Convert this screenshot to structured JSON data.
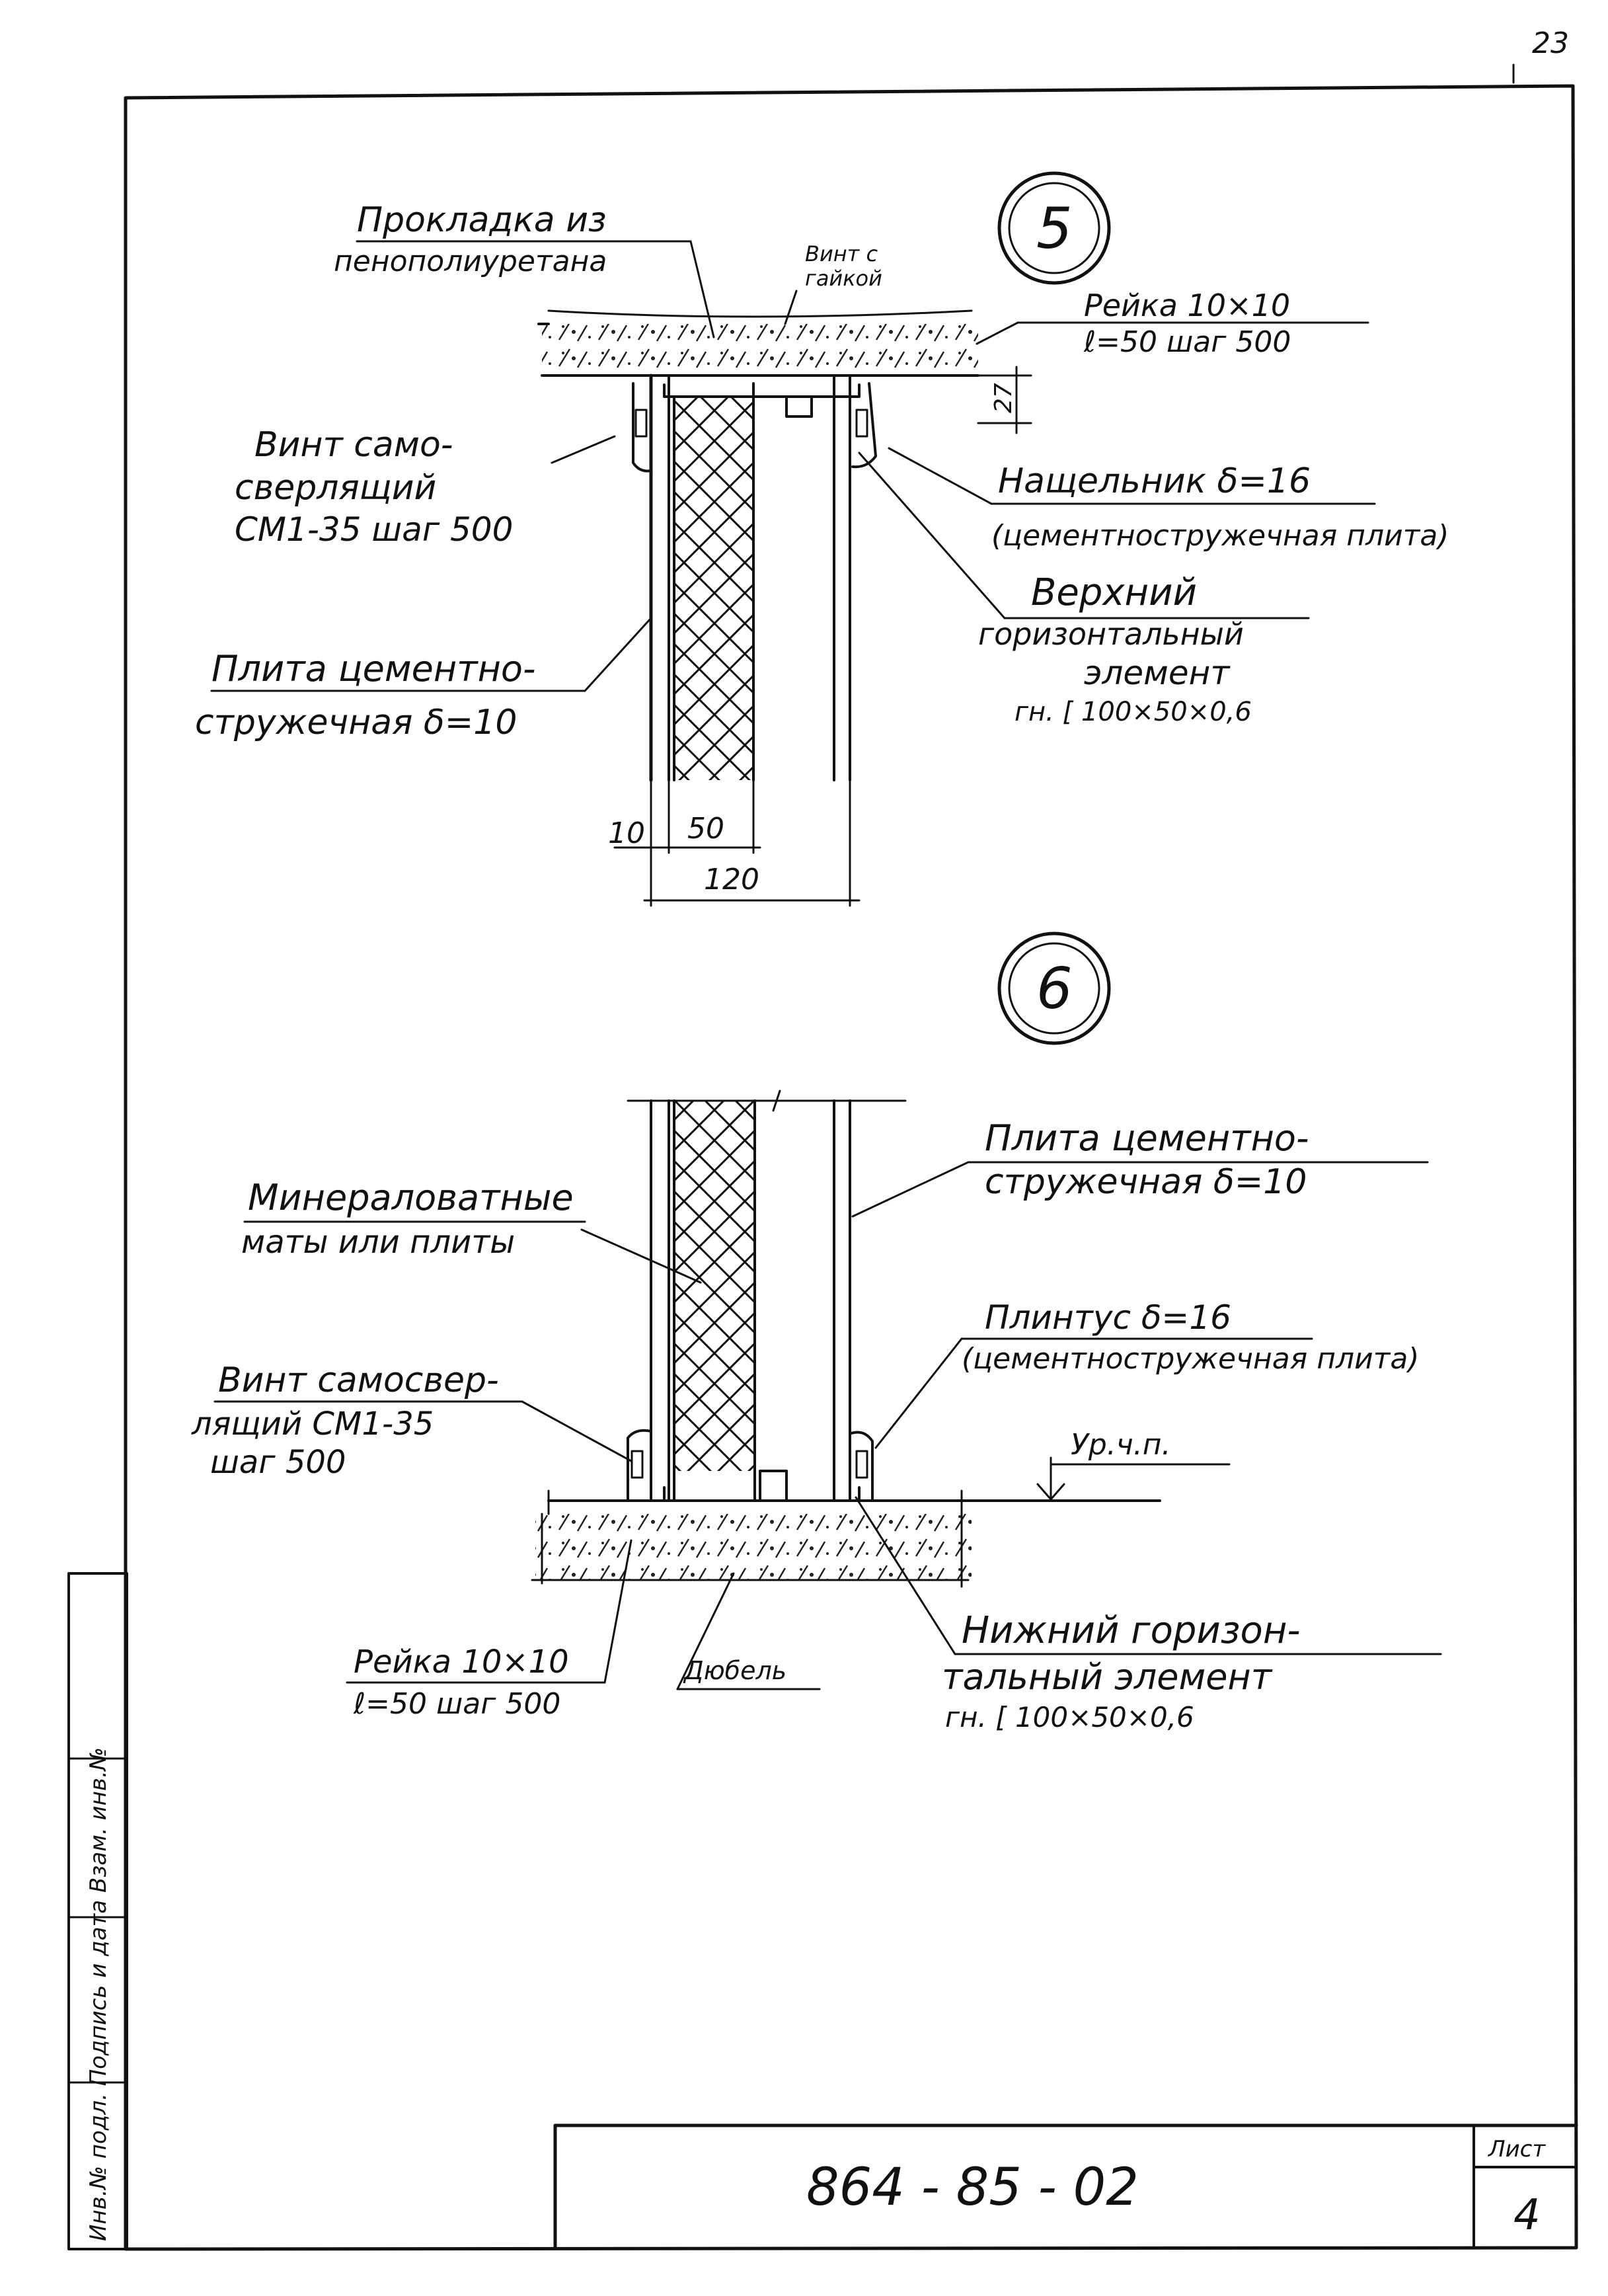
{
  "page_number": "23",
  "details": [
    {
      "number": "5",
      "labels": {
        "gasket_line1": "Прокладка из",
        "gasket_line2": "пенополиуретана",
        "screw_nut_line1": "Винт с",
        "screw_nut_line2": "гайкой",
        "batten_line1": "Рейка 10×10",
        "batten_line2": "ℓ=50 шаг 500",
        "self_drill_line1": "Винт само-",
        "self_drill_line2": "сверлящий",
        "self_drill_line3": "СМ1-35 шаг 500",
        "cover_strip_line1": "Нащельник δ=16",
        "cover_strip_line2": "(цементностружечная плита)",
        "upper_line1": "Верхний",
        "upper_line2": "горизонтальный",
        "upper_line3": "элемент",
        "upper_line4": "гн. [ 100×50×0,6",
        "board_line1": "Плита цементно-",
        "board_line2": "стружечная δ=10"
      },
      "dimensions": {
        "d10": "10",
        "d50": "50",
        "d120": "120",
        "d27": "27"
      }
    },
    {
      "number": "6",
      "labels": {
        "wool_line1": "Минераловатные",
        "wool_line2": "маты или плиты",
        "board_line1": "Плита цементно-",
        "board_line2": "стружечная δ=10",
        "plinth_line1": "Плинтус δ=16",
        "plinth_line2": "(цементностружечная плита)",
        "self_drill_line1": "Винт самосвер-",
        "self_drill_line2": "лящий СМ1-35",
        "self_drill_line3": "шаг 500",
        "floor_level": "Ур.ч.п.",
        "batten_line1": "Рейка 10×10",
        "batten_line2": "ℓ=50 шаг 500",
        "dowel": "Дюбель",
        "lower_line1": "Нижний горизон-",
        "lower_line2": "тальный элемент",
        "lower_line3": "гн. [ 100×50×0,6"
      }
    }
  ],
  "side_stamp": "Инв.№ подл. Подпись и дата Взам. инв.№",
  "title_block": {
    "document_code": "864 - 85 - 02",
    "sheet_label": "Лист",
    "sheet_number": "4"
  }
}
